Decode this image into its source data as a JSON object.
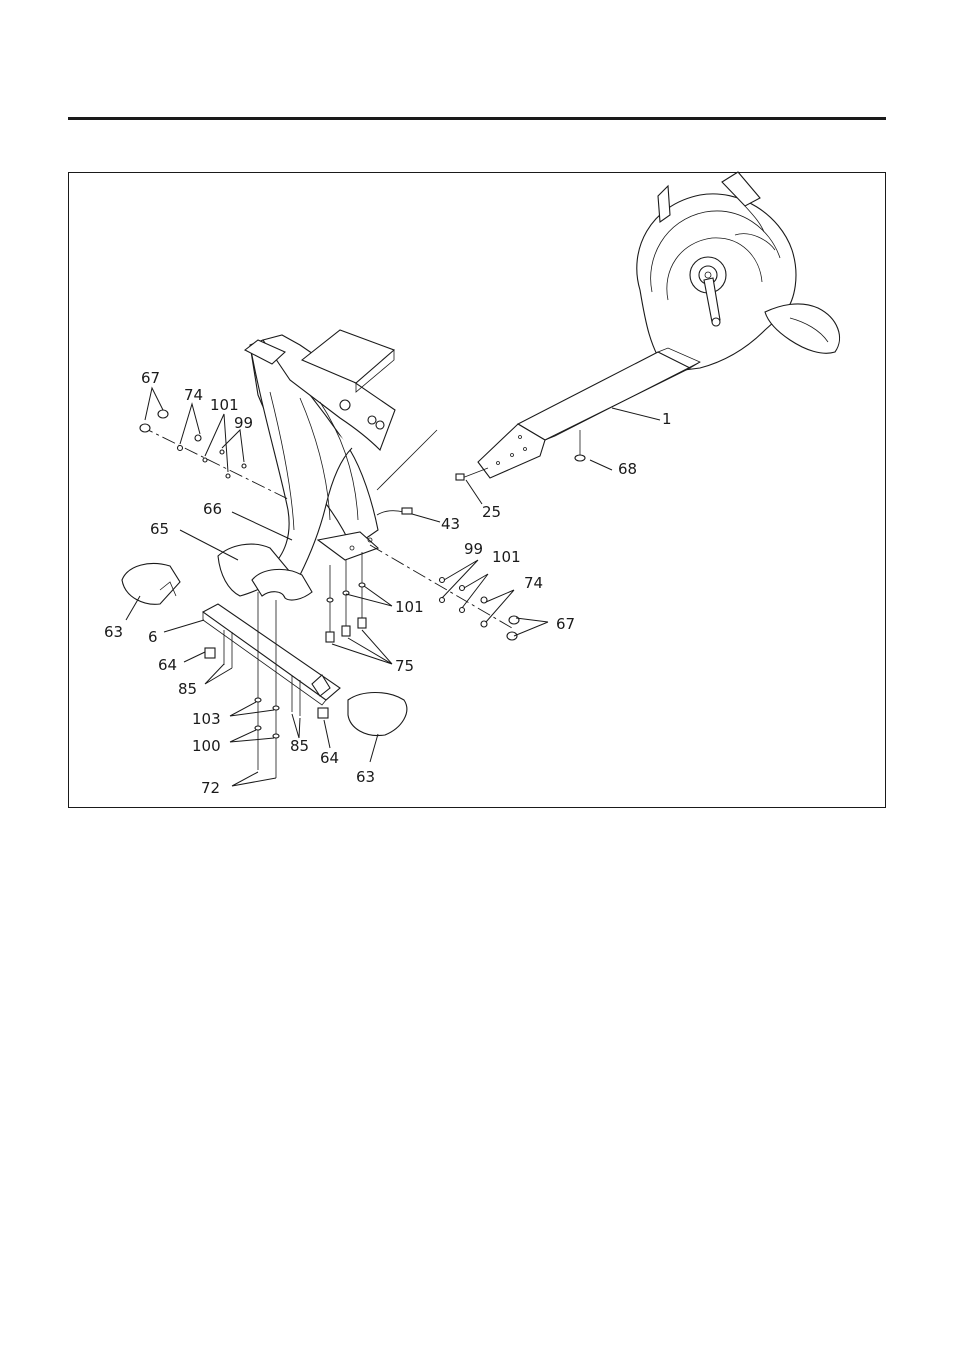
{
  "callouts": [
    {
      "id": "c67a",
      "text": "67"
    },
    {
      "id": "c74a",
      "text": "74"
    },
    {
      "id": "c101a",
      "text": "101"
    },
    {
      "id": "c99a",
      "text": "99"
    },
    {
      "id": "c66",
      "text": "66"
    },
    {
      "id": "c65",
      "text": "65"
    },
    {
      "id": "c63a",
      "text": "63"
    },
    {
      "id": "c6",
      "text": "6"
    },
    {
      "id": "c64a",
      "text": "64"
    },
    {
      "id": "c85a",
      "text": "85"
    },
    {
      "id": "c103",
      "text": "103"
    },
    {
      "id": "c100",
      "text": "100"
    },
    {
      "id": "c72",
      "text": "72"
    },
    {
      "id": "c85b",
      "text": "85"
    },
    {
      "id": "c64b",
      "text": "64"
    },
    {
      "id": "c63b",
      "text": "63"
    },
    {
      "id": "c1",
      "text": "1"
    },
    {
      "id": "c68",
      "text": "68"
    },
    {
      "id": "c25",
      "text": "25"
    },
    {
      "id": "c43",
      "text": "43"
    },
    {
      "id": "c99b",
      "text": "99"
    },
    {
      "id": "c101b",
      "text": "101"
    },
    {
      "id": "c74b",
      "text": "74"
    },
    {
      "id": "c67b",
      "text": "67"
    },
    {
      "id": "c101c",
      "text": "101"
    },
    {
      "id": "c75",
      "text": "75"
    }
  ]
}
